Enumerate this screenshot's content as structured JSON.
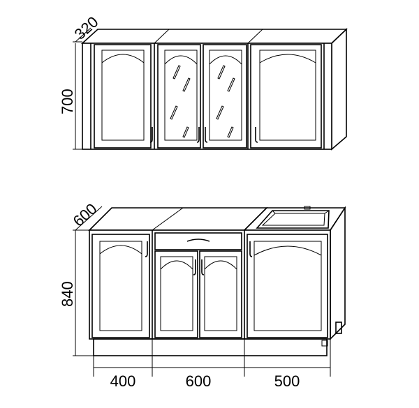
{
  "upper_unit": {
    "depth_label": "320",
    "height_label": "700"
  },
  "lower_unit": {
    "depth_label": "600",
    "height_label": "840",
    "widths": [
      "400",
      "600",
      "500"
    ]
  }
}
